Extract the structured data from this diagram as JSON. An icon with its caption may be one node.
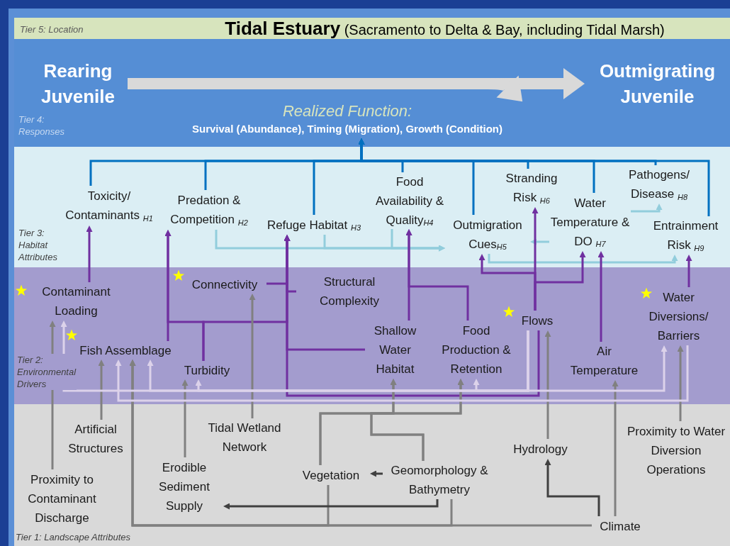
{
  "diagram": {
    "title": "**Tidal Estuary** (Sacramento to Delta & Bay, including Tidal Marsh)",
    "nodes": [
      {
        "text": [
          "Tier 5: Location"
        ]
      },
      {
        "text": [
          "Tier 4: Responses"
        ]
      },
      {
        "text": [
          "Rearing Juvenile"
        ],
        "in": 1
      },
      {
        "text": [
          "Outmigrating Juvenile"
        ],
        "in": 1
      },
      {
        "text": [
          "Realized Function:",
          "Survival (Abundance), Timing (Migration), Growth (Condition)"
        ],
        "in": 1
      },
      {
        "text": [
          "Tier 3: Habitat Attributes"
        ]
      },
      {
        "text": [
          "Toxicity/ Contaminants $_{H1}$"
        ],
        "in": 5
      },
      {
        "text": [
          "Predation & Competition $_{H2}$"
        ],
        "in": 5
      },
      {
        "text": [
          "Refuge Habitat $_{H3}$"
        ],
        "in": 5
      },
      {
        "text": [
          "Food Availability & Quality$_{H4}$"
        ],
        "in": 5
      },
      {
        "text": [
          "Outmigration Cues$_{H5}$"
        ],
        "in": 5
      },
      {
        "text": [
          "Stranding Risk $_{H6}$"
        ],
        "in": 5
      },
      {
        "text": [
          "Water Temperature & DO $_{H7}$"
        ],
        "in": 5
      },
      {
        "text": [
          "Pathogens/ Disease $_{H8}$"
        ],
        "in": 5
      },
      {
        "text": [
          "Entrainment Risk $_{H9}$"
        ],
        "in": 5
      },
      {
        "text": [
          "Tier 2: Environmental Drivers"
        ]
      },
      {
        "text": [
          "Contaminant Loading"
        ],
        "in": 15
      },
      {
        "text": [
          "Connectivity"
        ],
        "in": 15
      },
      {
        "text": [
          "Structural Complexity"
        ],
        "in": 15
      },
      {
        "text": [
          "Fish Assemblage"
        ],
        "in": 15
      },
      {
        "text": [
          "Turbidity"
        ],
        "in": 15
      },
      {
        "text": [
          "Shallow Water Habitat"
        ],
        "in": 15
      },
      {
        "text": [
          "Food Production & Retention"
        ],
        "in": 15
      },
      {
        "text": [
          "Flows"
        ],
        "in": 15
      },
      {
        "text": [
          "Air Temperature"
        ],
        "in": 15
      },
      {
        "text": [
          "Water Diversions/ Barriers"
        ],
        "in": 15
      },
      {
        "text": [
          "Tier 1: Landscape Attributes"
        ]
      },
      {
        "text": [
          "Artificial Structures"
        ],
        "in": 26
      },
      {
        "text": [
          "Tidal Wetland Network"
        ],
        "in": 26
      },
      {
        "text": [
          "Proximity to Contaminant Discharge"
        ],
        "in": 26
      },
      {
        "text": [
          "Erodible Sediment Supply"
        ],
        "in": 26
      },
      {
        "text": [
          "Vegetation"
        ],
        "in": 26
      },
      {
        "text": [
          "Geomorphology & Bathymetry"
        ],
        "in": 26
      },
      {
        "text": [
          "Hydrology"
        ],
        "in": 26
      },
      {
        "text": [
          "Proximity to Water Diversion Operations"
        ],
        "in": 26
      },
      {
        "text": [
          "Climate"
        ],
        "in": 26
      }
    ],
    "edges": [
      {
        "from": 2,
        "to": 3,
        "arrow": "to",
        "style": "thick",
        "color": "#d9d9d9"
      },
      {
        "from": 2,
        "to": 4,
        "arrow": "to",
        "style": "thick",
        "color": "#d9d9d9"
      },
      {
        "from": 6,
        "to": 4,
        "arrow": "to",
        "color": "#0070c0"
      },
      {
        "from": 7,
        "to": 4,
        "arrow": "to",
        "color": "#0070c0"
      },
      {
        "from": 8,
        "to": 4,
        "arrow": "to",
        "color": "#0070c0"
      },
      {
        "from": 9,
        "to": 4,
        "arrow": "to",
        "color": "#0070c0"
      },
      {
        "from": 10,
        "to": 4,
        "arrow": "to",
        "color": "#0070c0"
      },
      {
        "from": 11,
        "to": 4,
        "arrow": "to",
        "color": "#0070c0"
      },
      {
        "from": 12,
        "to": 4,
        "arrow": "to",
        "color": "#0070c0"
      },
      {
        "from": 13,
        "to": 4,
        "arrow": "to",
        "color": "#0070c0"
      },
      {
        "from": 14,
        "to": 4,
        "arrow": "to",
        "color": "#0070c0"
      },
      {
        "from": 7,
        "to": 10,
        "arrow": "to",
        "color": "#92cddc"
      },
      {
        "from": 8,
        "to": 10,
        "arrow": "to",
        "color": "#92cddc"
      },
      {
        "from": 9,
        "to": 10,
        "arrow": "to",
        "color": "#92cddc"
      },
      {
        "from": 12,
        "to": 10,
        "arrow": "to",
        "color": "#92cddc"
      },
      {
        "from": 12,
        "to": 13,
        "arrow": "to",
        "color": "#92cddc"
      },
      {
        "from": 10,
        "to": 14,
        "arrow": "to",
        "color": "#92cddc"
      },
      {
        "from": 16,
        "to": 6,
        "arrow": "to"
      },
      {
        "from": 19,
        "to": 7,
        "arrow": "to"
      },
      {
        "from": 20,
        "to": 7,
        "arrow": "to"
      },
      {
        "from": 20,
        "to": 8,
        "arrow": "to"
      },
      {
        "from": 17,
        "to": 8,
        "arrow": "to"
      },
      {
        "from": 18,
        "to": 8,
        "arrow": "to"
      },
      {
        "from": 21,
        "to": 8,
        "arrow": "to"
      },
      {
        "from": 23,
        "to": 8,
        "arrow": "to"
      },
      {
        "from": 21,
        "to": 9,
        "arrow": "to"
      },
      {
        "from": 22,
        "to": 9,
        "arrow": "to"
      },
      {
        "from": 23,
        "to": 11,
        "arrow": "to"
      },
      {
        "from": 23,
        "to": 10,
        "arrow": "to"
      },
      {
        "from": 23,
        "to": 12,
        "arrow": "to"
      },
      {
        "from": 24,
        "to": 12,
        "arrow": "to"
      },
      {
        "from": 25,
        "to": 14,
        "arrow": "to"
      },
      {
        "from": 29,
        "to": 16,
        "arrow": "to",
        "color": "#808080"
      },
      {
        "from": 27,
        "to": 19,
        "arrow": "to",
        "color": "#808080"
      },
      {
        "from": 28,
        "to": 17,
        "arrow": "to",
        "color": "#808080"
      },
      {
        "from": 30,
        "to": 20,
        "arrow": "to",
        "color": "#808080"
      },
      {
        "from": 35,
        "to": 19,
        "arrow": "to",
        "color": "#808080"
      },
      {
        "from": 31,
        "to": 19,
        "arrow": "to",
        "color": "#808080"
      },
      {
        "from": 32,
        "to": 19,
        "arrow": "to",
        "color": "#808080"
      },
      {
        "from": 35,
        "to": 33,
        "arrow": "to",
        "color": "#404040"
      },
      {
        "from": 35,
        "to": 24,
        "arrow": "to",
        "color": "#808080"
      },
      {
        "from": 33,
        "to": 23,
        "arrow": "to",
        "color": "#808080"
      },
      {
        "from": 32,
        "to": 31,
        "arrow": "to",
        "color": "#404040"
      },
      {
        "from": 32,
        "to": 30,
        "arrow": "to",
        "color": "#404040"
      },
      {
        "from": 31,
        "to": 21,
        "arrow": "to",
        "color": "#808080"
      },
      {
        "from": 31,
        "to": 22,
        "arrow": "to",
        "color": "#808080"
      },
      {
        "from": 32,
        "to": 21,
        "arrow": "to",
        "color": "#808080"
      },
      {
        "from": 32,
        "to": 22,
        "arrow": "to",
        "color": "#808080"
      },
      {
        "from": 34,
        "to": 25,
        "arrow": "to",
        "color": "#808080"
      },
      {
        "from": 23,
        "to": 16,
        "arrow": "to",
        "color": "#dcd2ea"
      },
      {
        "from": 23,
        "to": 19,
        "arrow": "to",
        "color": "#dcd2ea"
      },
      {
        "from": 23,
        "to": 20,
        "arrow": "to",
        "color": "#dcd2ea"
      },
      {
        "from": 23,
        "to": 22,
        "arrow": "to",
        "color": "#dcd2ea"
      },
      {
        "from": 23,
        "to": 25,
        "arrow": "to",
        "color": "#dcd2ea"
      },
      {
        "from": 25,
        "to": 19,
        "arrow": "to",
        "color": "#dcd2ea"
      }
    ]
  }
}
